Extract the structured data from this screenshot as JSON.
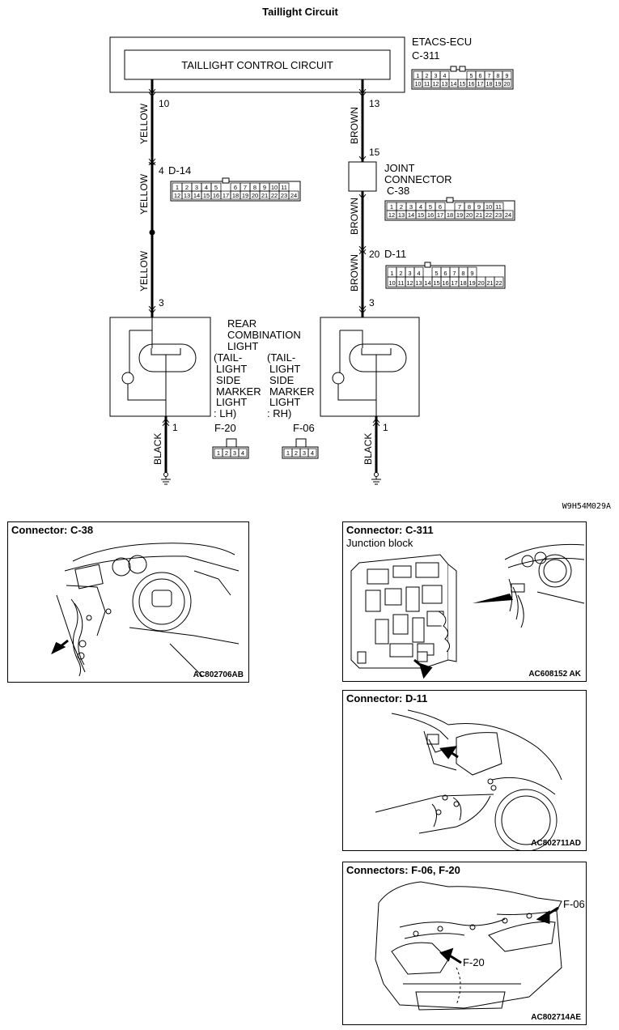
{
  "title": "Taillight Circuit",
  "ecu": {
    "name": "ETACS-ECU",
    "connector": "C-311",
    "circuit_label": "TAILLIGHT CONTROL CIRCUIT",
    "pin_left": "10",
    "pin_right": "13",
    "pins_row1": [
      "1",
      "2",
      "3",
      "4",
      "",
      "",
      "5",
      "6",
      "7",
      "8",
      "9"
    ],
    "pins_row2": [
      "10",
      "11",
      "12",
      "13",
      "14",
      "15",
      "16",
      "17",
      "18",
      "19",
      "20"
    ]
  },
  "wires": {
    "yellow": "YELLOW",
    "brown": "BROWN",
    "black": "BLACK"
  },
  "d14": {
    "pin": "4",
    "connector": "D-14",
    "pins_row1": [
      "1",
      "2",
      "3",
      "4",
      "5",
      "",
      "6",
      "7",
      "8",
      "9",
      "10",
      "11"
    ],
    "pins_row2": [
      "12",
      "13",
      "14",
      "15",
      "16",
      "17",
      "18",
      "19",
      "20",
      "21",
      "22",
      "23",
      "24"
    ]
  },
  "joint": {
    "pin_in": "15",
    "label_1": "JOINT",
    "label_2": "CONNECTOR",
    "connector": "C-38",
    "pin_out": "20",
    "pins_row1": [
      "1",
      "2",
      "3",
      "4",
      "5",
      "6",
      "",
      "7",
      "8",
      "9",
      "10",
      "11"
    ],
    "pins_row2": [
      "12",
      "13",
      "14",
      "15",
      "16",
      "17",
      "18",
      "19",
      "20",
      "21",
      "22",
      "23",
      "24"
    ]
  },
  "d11": {
    "connector": "D-11",
    "pins_row1": [
      "1",
      "2",
      "3",
      "4",
      "",
      "5",
      "6",
      "7",
      "8",
      "9"
    ],
    "pins_row2": [
      "10",
      "11",
      "12",
      "13",
      "14",
      "15",
      "16",
      "17",
      "18",
      "19",
      "20",
      "21",
      "22"
    ]
  },
  "lights": {
    "pin_top_left": "3",
    "pin_top_right": "3",
    "pin_bottom_left": "1",
    "pin_bottom_right": "1",
    "rear_label": [
      "REAR",
      "COMBINATION",
      "LIGHT"
    ],
    "lh_label": [
      "(TAIL-",
      "LIGHT",
      "SIDE",
      "MARKER",
      "LIGHT",
      ": LH)"
    ],
    "rh_label": [
      "(TAIL-",
      "LIGHT",
      "SIDE",
      "MARKER",
      "LIGHT",
      ": RH)"
    ]
  },
  "small_connectors": {
    "f20": "F-20",
    "f06": "F-06",
    "pins": [
      "1",
      "2",
      "3",
      "4"
    ]
  },
  "diagram_code": "W9H54M029A",
  "panels": {
    "c38": {
      "title": "Connector: C-38",
      "code": "AC802706AB"
    },
    "c311": {
      "title": "Connector: C-311",
      "subtitle": "Junction block",
      "code": "AC608152 AK"
    },
    "d11": {
      "title": "Connector: D-11",
      "code": "AC802711AD"
    },
    "f06f20": {
      "title": "Connectors: F-06, F-20",
      "label_f06": "F-06",
      "label_f20": "F-20",
      "code": "AC802714AE"
    }
  }
}
